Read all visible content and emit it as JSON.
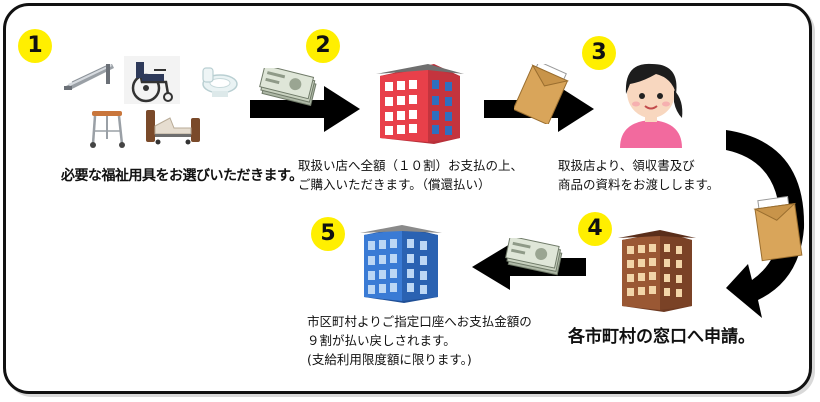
{
  "steps": [
    {
      "number": "1",
      "lines": [
        "必要な福祉用具をお選びいただきます。"
      ]
    },
    {
      "number": "2",
      "lines": [
        "取扱い店へ全額（１０割）お支払の上、",
        "ご購入いただきます。（償還払い）"
      ]
    },
    {
      "number": "3",
      "lines": [
        "取扱店より、領収書及び",
        "商品の資料をお渡しします。"
      ]
    },
    {
      "number": "4",
      "lines": [
        "各市町村の窓口へ申請。"
      ]
    },
    {
      "number": "5",
      "lines": [
        "市区町村よりご指定口座へお支払金額の",
        "９割が払い戻しされます。",
        "(支給利用限度額に限ります。)"
      ]
    }
  ],
  "colors": {
    "badge": "#ffef00",
    "arrow": "#000000",
    "shop_building": "#e8404a",
    "office_building": "#8b4a2b",
    "city_building": "#2f6fc9",
    "envelope": "#d9a55a",
    "money": "#b9c4b0"
  },
  "icons": [
    "ramp-icon",
    "wheelchair-icon",
    "toilet-seat-icon",
    "walker-icon",
    "care-bed-icon",
    "banknotes-icon",
    "shop-building-icon",
    "envelope-icon",
    "staff-woman-icon",
    "office-building-icon",
    "city-hall-building-icon"
  ]
}
